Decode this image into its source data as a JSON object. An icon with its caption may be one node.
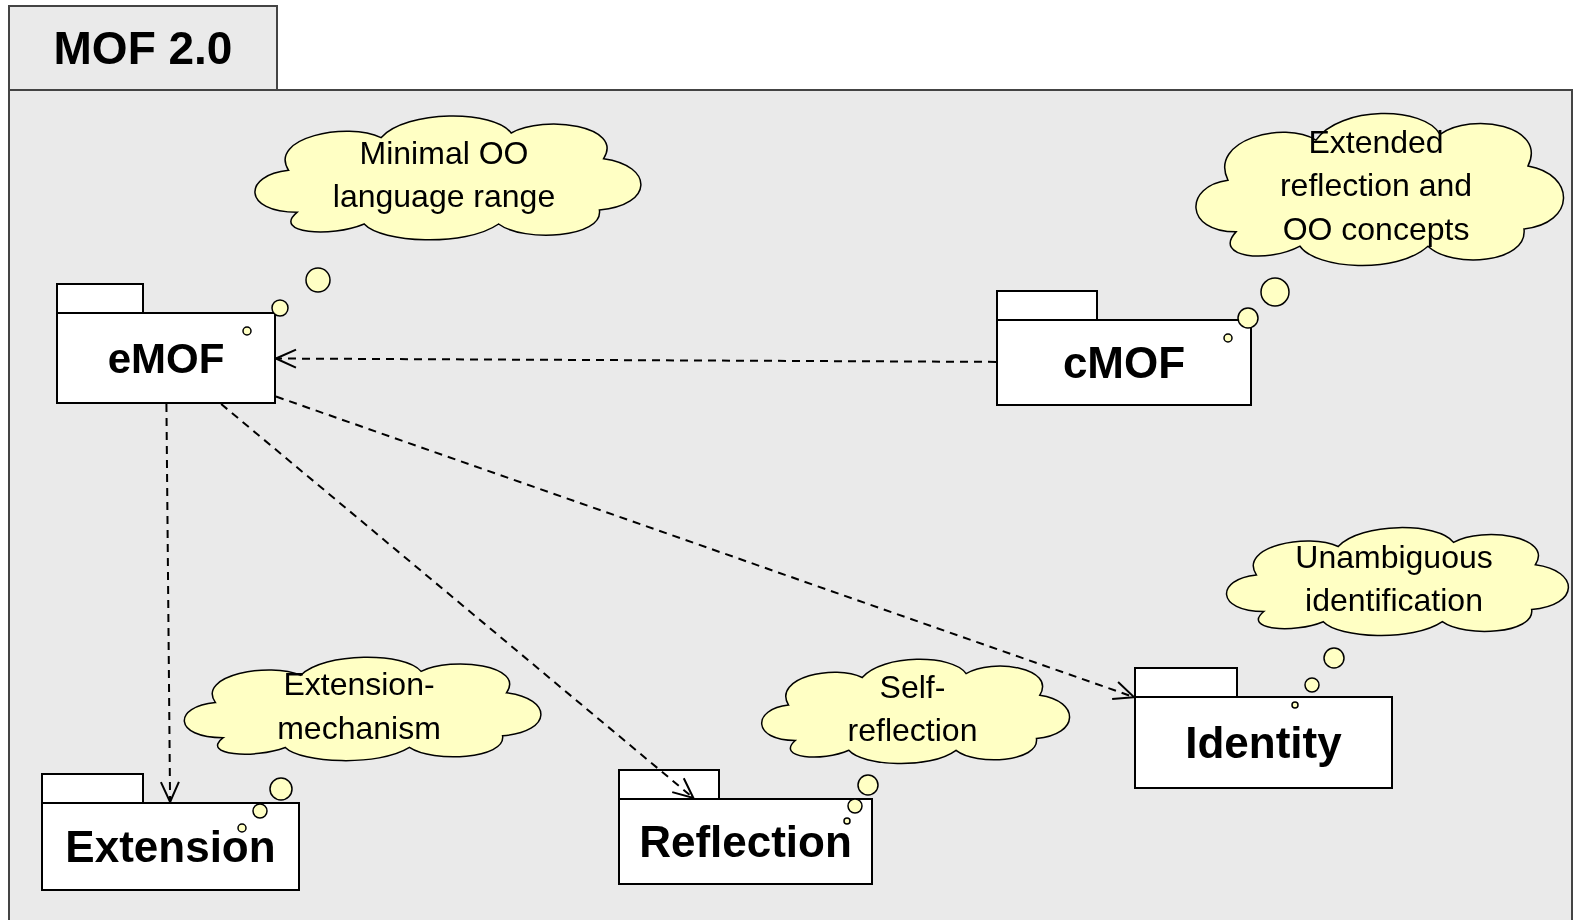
{
  "diagram": {
    "nodes": [
      {
        "text": [
          "MOF 2.0"
        ]
      },
      {
        "text": [
          "Minimal OO language range"
        ],
        "in": 0
      },
      {
        "text": [
          "eMOF"
        ],
        "in": 0
      },
      {
        "text": [
          "Extended reflection and OO concepts"
        ],
        "in": 0
      },
      {
        "text": [
          "cMOF"
        ],
        "in": 0
      },
      {
        "text": [
          "Unambiguous identification"
        ],
        "in": 0
      },
      {
        "text": [
          "Extension-mechanism"
        ],
        "in": 0
      },
      {
        "text": [
          "Self-reflection"
        ],
        "in": 0
      },
      {
        "text": [
          "Identity"
        ],
        "in": 0
      },
      {
        "text": [
          "Extension"
        ],
        "in": 0
      },
      {
        "text": [
          "Reflection"
        ],
        "in": 0
      }
    ],
    "edges": [
      {
        "from": 4,
        "to": 2,
        "arrow": "to",
        "style": "dashed"
      },
      {
        "from": 2,
        "to": 9,
        "arrow": "to",
        "style": "dashed"
      },
      {
        "from": 2,
        "to": 10,
        "arrow": "to",
        "style": "dashed"
      },
      {
        "from": 2,
        "to": 8,
        "arrow": "to",
        "style": "dashed"
      }
    ]
  }
}
